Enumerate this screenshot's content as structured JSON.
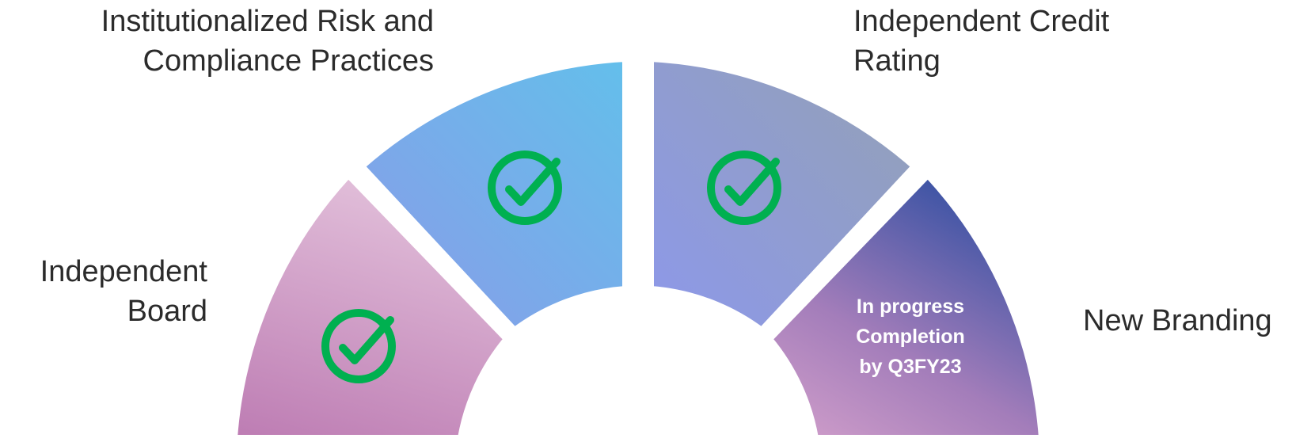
{
  "segments": [
    {
      "label_lines": [
        "Independent",
        "Board"
      ],
      "completed": true,
      "icon": "check-circle-icon",
      "gradient": [
        "#bd7cb3",
        "#e0bcd8"
      ]
    },
    {
      "label_lines": [
        "Institutionalized Risk and",
        "Compliance Practices"
      ],
      "completed": true,
      "icon": "check-circle-icon",
      "gradient": [
        "#8a9be8",
        "#63bfeb"
      ]
    },
    {
      "label_lines": [
        "Independent Credit",
        "Rating"
      ],
      "completed": true,
      "icon": "check-circle-icon",
      "gradient": [
        "#8d98ea",
        "#93a1b5"
      ]
    },
    {
      "label_lines": [
        "New Branding"
      ],
      "completed": false,
      "status_lines": [
        "In progress",
        "Completion",
        "by Q3FY23"
      ],
      "gradient": [
        "#d3a0cb",
        "#3b53a4"
      ]
    }
  ],
  "colors": {
    "check": "#00b050",
    "status_text": "#ffffff",
    "label_text": "#2b2b2b"
  }
}
